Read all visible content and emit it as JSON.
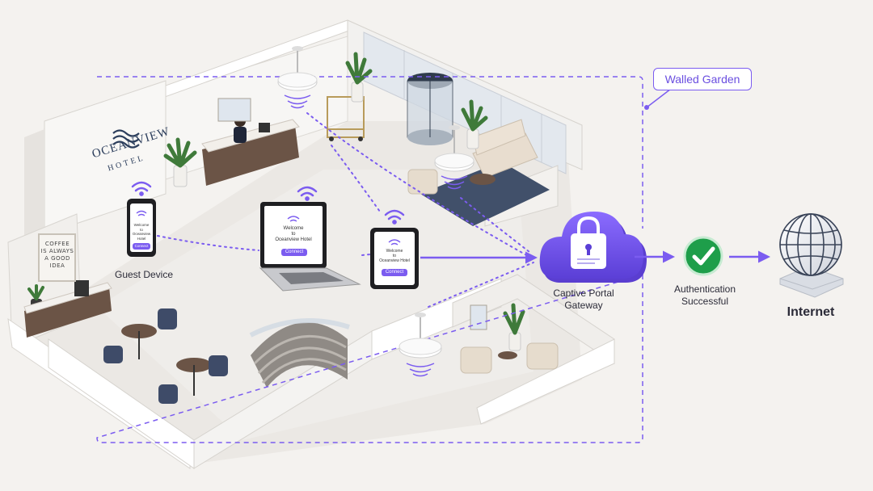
{
  "labels": {
    "walled_garden": "Walled Garden",
    "guest_device": "Guest Device",
    "gateway_line1": "Captive Portal",
    "gateway_line2": "Gateway",
    "auth_line1": "Authentication",
    "auth_line2": "Successful",
    "internet": "Internet"
  },
  "hotel_sign": {
    "name": "OCEANVIEW",
    "sub": "HOTEL"
  },
  "coffee_sign": {
    "l1": "COFFEE",
    "l2": "IS ALWAYS",
    "l3": "A GOOD IDEA"
  },
  "devices": {
    "phone": {
      "l1": "Welcome",
      "l2": "to",
      "l3": "Oceanview Hotel",
      "button": "Connect"
    },
    "laptop": {
      "l1": "Welcome",
      "l2": "to",
      "l3": "Oceanview Hotel",
      "button": "Connect"
    },
    "tablet": {
      "l1": "Welcome",
      "l2": "to",
      "l3": "Oceanview Hotel",
      "button": "Connect"
    }
  },
  "colors": {
    "accent": "#7b5cf0",
    "success": "#1e9e4a",
    "wall": "#ffffff",
    "floor": "#e9e6e2"
  },
  "icons": [
    "wifi-icon",
    "access-point-icon",
    "cloud-lock-icon",
    "check-icon",
    "globe-icon",
    "arrow-icon"
  ]
}
